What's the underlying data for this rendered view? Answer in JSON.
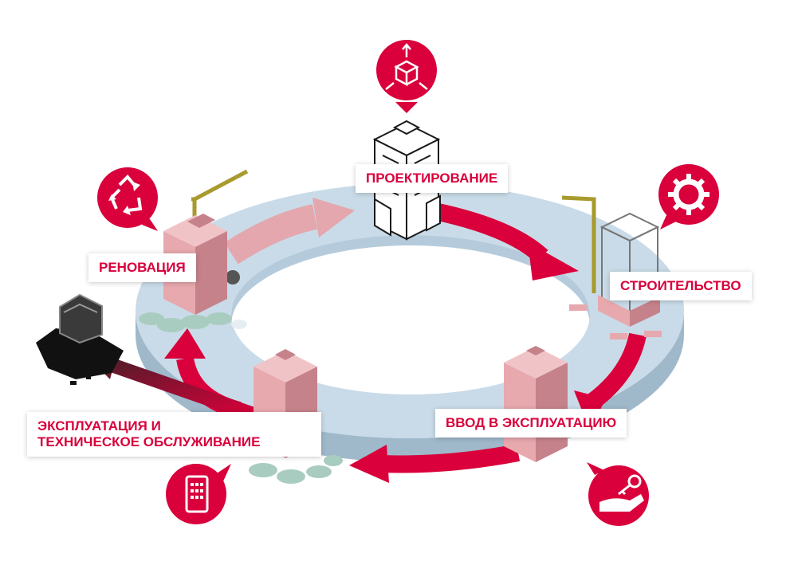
{
  "stages": {
    "design": "ПРОЕКТИРОВАНИЕ",
    "construction": "СТРОИТЕЛЬСТВО",
    "commissioning": "ВВОД В ЭКСПЛУАТАЦИЮ",
    "operation_line1": "ЭКСПЛУАТАЦИЯ И",
    "operation_line2": "ТЕХНИЧЕСКОЕ ОБСЛУЖИВАНИЕ",
    "renovation": "РЕНОВАЦИЯ"
  },
  "colors": {
    "accent": "#d9003b",
    "accent_faded": "#e3a7ad",
    "ring_top": "#c9dbe8",
    "ring_side": "#9fb8ca",
    "building": "#e7a8ae",
    "building_dark": "#c6828a",
    "crane": "#a89a2e",
    "greenery": "#a9ccc0"
  },
  "icons": {
    "design": "cube-arrows-icon",
    "construction": "gear-icon",
    "commissioning": "hand-key-icon",
    "operation": "mobile-phone-icon",
    "renovation": "recycle-icon"
  }
}
